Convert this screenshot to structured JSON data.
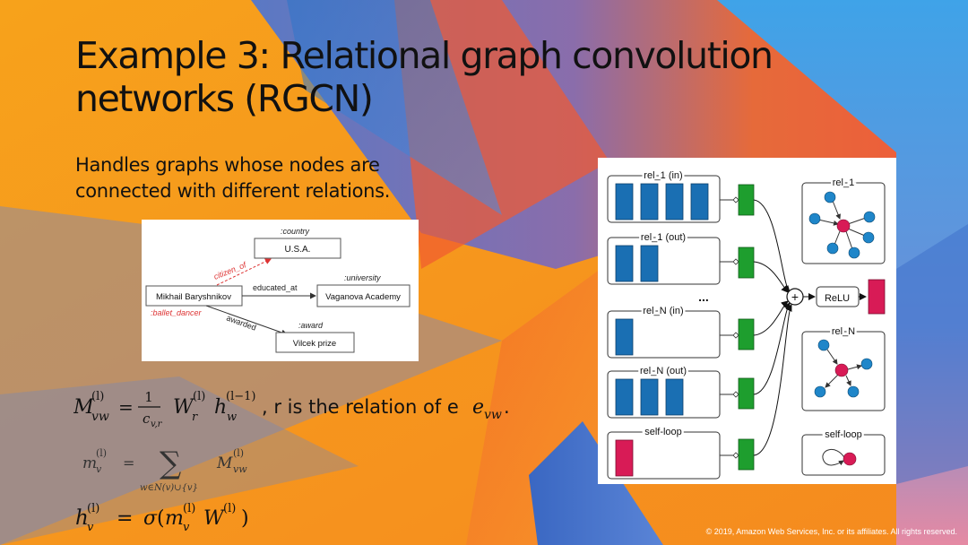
{
  "slide": {
    "title": "Example 3: Relational graph convolution networks (RGCN)",
    "subtitle": "Handles graphs whose nodes are connected with different relations.",
    "copyright": "© 2019, Amazon Web Services, Inc. or its affiliates. All rights reserved."
  },
  "kg": {
    "country_type": ":country",
    "usa": "U.S.A.",
    "citizen_of": "citizen_of",
    "university_type": ":university",
    "person": "Mikhail Baryshnikov",
    "educated_at": "educated_at",
    "vaganova": "Vaganova Academy",
    "ballet_dancer": ":ballet_dancer",
    "awarded": "awarded",
    "award_type": ":award",
    "vilcek": "Vilcek prize"
  },
  "formula1": {
    "tail": ", r is the relation of e"
  },
  "diagram": {
    "rel1_in": "rel_1 (in)",
    "rel1_out": "rel_1 (out)",
    "dots": "...",
    "relN_in": "rel_N (in)",
    "relN_out": "rel_N (out)",
    "self_loop": "self-loop",
    "relu": "ReLU",
    "plus": "+",
    "graph_rel1": "rel_1",
    "graph_relN": "rel_N",
    "graph_self": "self-loop"
  },
  "colors": {
    "blue_feature": "#1a6fb3",
    "green_feature": "#1e9e2e",
    "red_feature": "#d81b56",
    "node_blue": "#1f86c9",
    "node_red": "#d81b56"
  }
}
